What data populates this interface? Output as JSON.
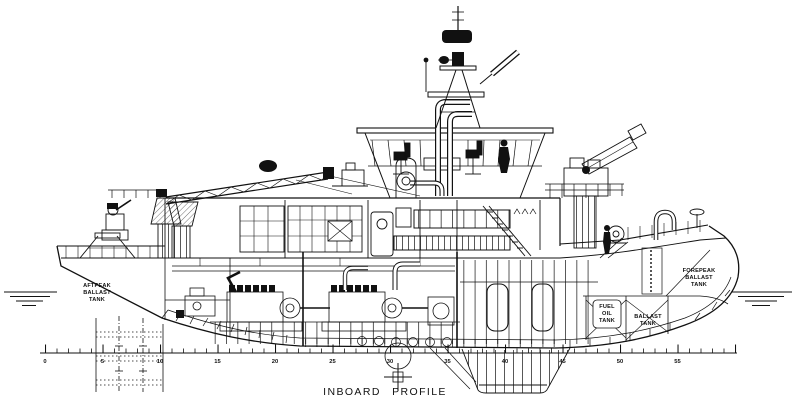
{
  "drawing": {
    "title": "INBOARD PROFILE",
    "tank_labels": {
      "aftpeak": [
        "AFTPEAK",
        "BALLAST",
        "TANK"
      ],
      "fuel_oil": [
        "FUEL",
        "OIL",
        "TANK"
      ],
      "ballast": [
        "BALLAST",
        "TANK"
      ],
      "forepeak": [
        "FOREPEAK",
        "BALLAST",
        "TANK"
      ]
    },
    "frame_scale": {
      "labels": [
        "0",
        "5",
        "10",
        "15",
        "20",
        "25",
        "30",
        "35",
        "40",
        "45",
        "50",
        "55"
      ]
    },
    "colors": {
      "ink": "#111111",
      "paper": "#ffffff"
    }
  }
}
